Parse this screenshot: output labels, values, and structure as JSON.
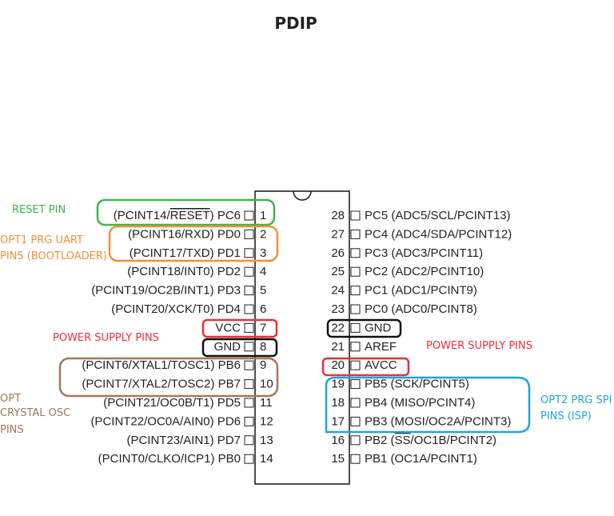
{
  "title": "PDIP",
  "colors": {
    "reset": "#3cb54a",
    "uart": "#f0913a",
    "power": "#e8313b",
    "ground": "#111111",
    "crystal": "#a0785a",
    "spi": "#1ea5e0",
    "text": "#222222"
  },
  "left_pins": [
    {
      "num": "1",
      "pre": "(PCINT14/",
      "over": "RESET",
      "post": ") PC6"
    },
    {
      "num": "2",
      "pre": "(PCINT16/RXD) PD0",
      "over": "",
      "post": ""
    },
    {
      "num": "3",
      "pre": "(PCINT17/TXD) PD1",
      "over": "",
      "post": ""
    },
    {
      "num": "4",
      "pre": "(PCINT18/INT0) PD2",
      "over": "",
      "post": ""
    },
    {
      "num": "5",
      "pre": "(PCINT19/OC2B/INT1) PD3",
      "over": "",
      "post": ""
    },
    {
      "num": "6",
      "pre": "(PCINT20/XCK/T0) PD4",
      "over": "",
      "post": ""
    },
    {
      "num": "7",
      "pre": "VCC",
      "over": "",
      "post": ""
    },
    {
      "num": "8",
      "pre": "GND",
      "over": "",
      "post": ""
    },
    {
      "num": "9",
      "pre": "(PCINT6/XTAL1/TOSC1) PB6",
      "over": "",
      "post": ""
    },
    {
      "num": "10",
      "pre": "(PCINT7/XTAL2/TOSC2) PB7",
      "over": "",
      "post": ""
    },
    {
      "num": "11",
      "pre": "(PCINT21/OC0B/T1) PD5",
      "over": "",
      "post": ""
    },
    {
      "num": "12",
      "pre": "(PCINT22/OC0A/AIN0) PD6",
      "over": "",
      "post": ""
    },
    {
      "num": "13",
      "pre": "(PCINT23/AIN1) PD7",
      "over": "",
      "post": ""
    },
    {
      "num": "14",
      "pre": "(PCINT0/CLKO/ICP1) PB0",
      "over": "",
      "post": ""
    }
  ],
  "right_pins": [
    {
      "num": "28",
      "pre": "PC5 (ADC5/SCL/PCINT13)",
      "over": "",
      "post": ""
    },
    {
      "num": "27",
      "pre": "PC4 (ADC4/SDA/PCINT12)",
      "over": "",
      "post": ""
    },
    {
      "num": "26",
      "pre": "PC3 (ADC3/PCINT11)",
      "over": "",
      "post": ""
    },
    {
      "num": "25",
      "pre": "PC2 (ADC2/PCINT10)",
      "over": "",
      "post": ""
    },
    {
      "num": "24",
      "pre": "PC1 (ADC1/PCINT9)",
      "over": "",
      "post": ""
    },
    {
      "num": "23",
      "pre": "PC0 (ADC0/PCINT8)",
      "over": "",
      "post": ""
    },
    {
      "num": "22",
      "pre": "GND",
      "over": "",
      "post": ""
    },
    {
      "num": "21",
      "pre": "AREF",
      "over": "",
      "post": ""
    },
    {
      "num": "20",
      "pre": "AVCC",
      "over": "",
      "post": ""
    },
    {
      "num": "19",
      "pre": "PB5 (SCK/PCINT5)",
      "over": "",
      "post": ""
    },
    {
      "num": "18",
      "pre": "PB4 (MISO/PCINT4)",
      "over": "",
      "post": ""
    },
    {
      "num": "17",
      "pre": "PB3 (MOSI/OC2A/PCINT3)",
      "over": "",
      "post": ""
    },
    {
      "num": "16",
      "pre": "PB2 (",
      "over": "SS",
      "post": "/OC1B/PCINT2)"
    },
    {
      "num": "15",
      "pre": "PB1 (OC1A/PCINT1)",
      "over": "",
      "post": ""
    }
  ],
  "annotations": {
    "reset": [
      "RESET PIN"
    ],
    "uart": [
      "OPT1 PRG UART",
      "PINS (BOOTLOADER)"
    ],
    "power_left": [
      "POWER SUPPLY PINS"
    ],
    "power_right": [
      "POWER SUPPLY PINS"
    ],
    "crystal": [
      "OPT",
      "CRYSTAL OSC",
      "PINS"
    ],
    "spi": [
      "OPT2 PRG SPI",
      "PINS (ISP)"
    ]
  }
}
